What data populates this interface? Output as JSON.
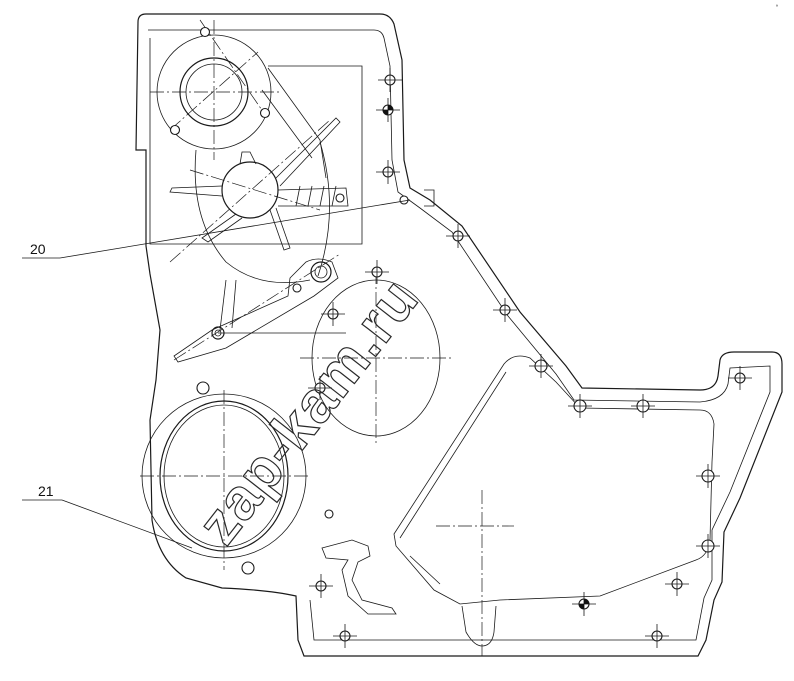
{
  "callouts": [
    {
      "label": "20"
    },
    {
      "label": "21"
    }
  ],
  "watermark": {
    "text": "zap-kam.ru"
  },
  "corner_mark": {
    "text": "ª"
  }
}
